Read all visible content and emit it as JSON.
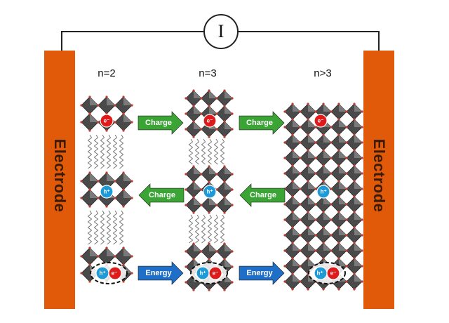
{
  "meter": {
    "symbol": "I"
  },
  "electrodes": {
    "left_label": "Electrode",
    "right_label": "Electrode",
    "color": "#e05a0a"
  },
  "phases": [
    {
      "label": "n=2"
    },
    {
      "label": "n=3"
    },
    {
      "label": "n>3"
    }
  ],
  "arrows": {
    "top": {
      "label": "Charge",
      "direction": "right",
      "color": "#3aa535"
    },
    "middle": {
      "label": "Charge",
      "direction": "left",
      "color": "#3aa535"
    },
    "bottom": {
      "label": "Energy",
      "direction": "right",
      "color": "#1f6fc8"
    }
  },
  "carriers": {
    "electron": {
      "label": "e⁻",
      "color": "#e01a1a"
    },
    "hole": {
      "label": "h⁺",
      "color": "#1e9ad8"
    }
  },
  "colors": {
    "octahedron": "#4a4a4a",
    "octahedron_light": "#7a7a7a",
    "atom": "#c0392b",
    "spacer": "#777777"
  }
}
